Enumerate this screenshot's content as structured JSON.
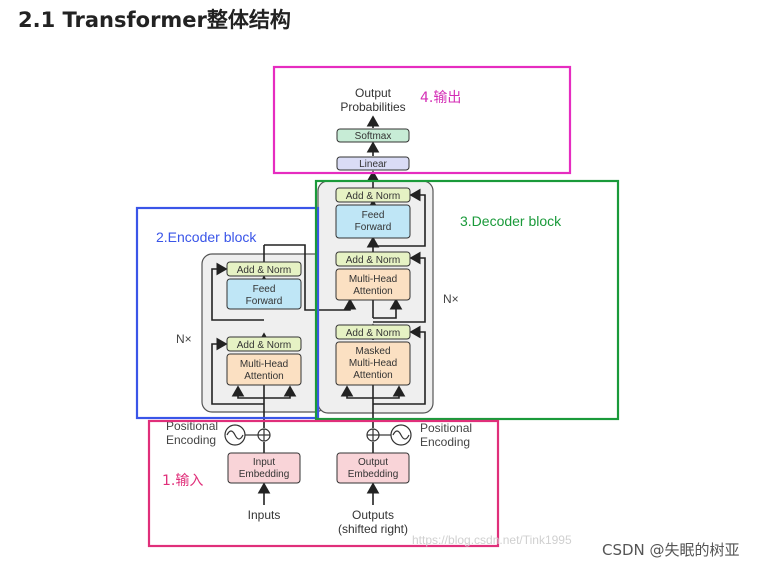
{
  "heading": "2.1 Transformer整体结构",
  "colors": {
    "output_box": "#e62cc0",
    "encoder_box": "#3a55e8",
    "decoder_box": "#1a9a3a",
    "input_box": "#e02f7a",
    "add_norm": "#e6f2c4",
    "feed_forward": "#bfe6f6",
    "attention": "#fbe0c2",
    "embedding": "#f9d4d8",
    "softmax": "#c7ecd6",
    "linear": "#dadcf6"
  },
  "annotations": {
    "output": "4.输出",
    "encoder": "2.Encoder block",
    "decoder": "3.Decoder block",
    "input": "1.输入"
  },
  "diagram": {
    "output_probabilities_line1": "Output",
    "output_probabilities_line2": "Probabilities",
    "softmax": "Softmax",
    "linear": "Linear",
    "add_norm": "Add & Norm",
    "feed_line1": "Feed",
    "feed_line2": "Forward",
    "multihead_line1": "Multi-Head",
    "multihead_line2": "Attention",
    "masked_line1": "Masked",
    "masked_line2": "Multi-Head",
    "masked_line3": "Attention",
    "nx_left": "N×",
    "nx_right": "N×",
    "positional_line1": "Positional",
    "positional_line2": "Encoding",
    "input_embedding_line1": "Input",
    "input_embedding_line2": "Embedding",
    "output_embedding_line1": "Output",
    "output_embedding_line2": "Embedding",
    "inputs": "Inputs",
    "outputs_line1": "Outputs",
    "outputs_line2": "(shifted right)"
  },
  "watermark": {
    "url": "https://blog.csdn.net/Tink1995",
    "brand": "CSDN @失眠的树亚"
  }
}
